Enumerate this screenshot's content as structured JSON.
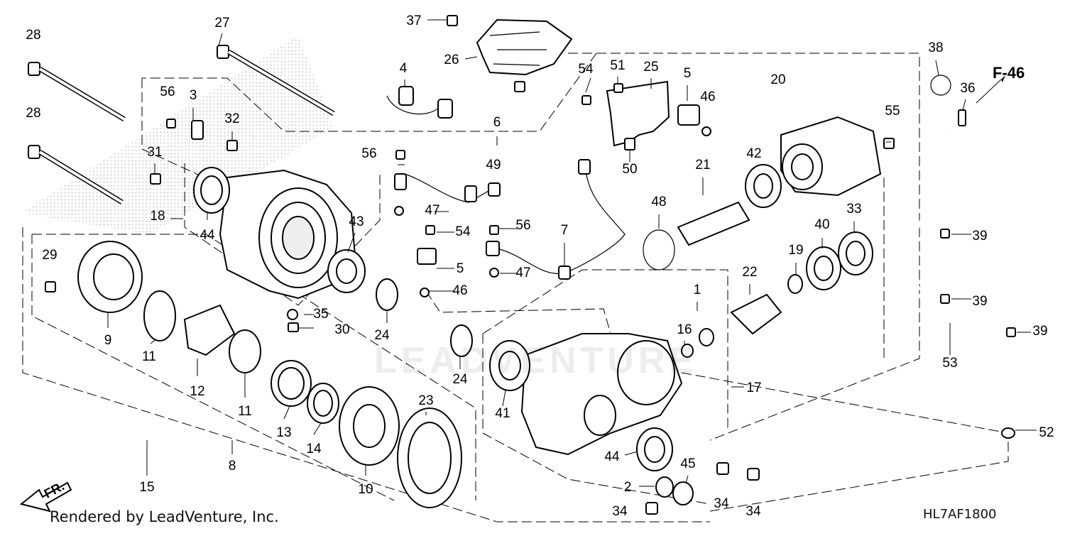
{
  "diagram": {
    "watermark": "LEADVENTURE",
    "footer_text": "Rendered by LeadVenture, Inc.",
    "diagram_code": "HL7AF1800",
    "page_ref": "F-46",
    "front_label": "FR.",
    "callouts": [
      "28",
      "27",
      "37",
      "26",
      "4",
      "3",
      "56",
      "32",
      "28",
      "31",
      "18",
      "44",
      "43",
      "29",
      "9",
      "11",
      "12",
      "35",
      "30",
      "11",
      "13",
      "14",
      "23",
      "10",
      "8",
      "15",
      "24",
      "24",
      "6",
      "56",
      "49",
      "47",
      "54",
      "56",
      "5",
      "46",
      "7",
      "47",
      "54",
      "51",
      "25",
      "5",
      "46",
      "50",
      "48",
      "21",
      "20",
      "42",
      "55",
      "38",
      "36",
      "39",
      "39",
      "39",
      "53",
      "52",
      "22",
      "40",
      "33",
      "19",
      "1",
      "16",
      "17",
      "41",
      "44",
      "45",
      "2",
      "34",
      "34",
      "34"
    ]
  }
}
